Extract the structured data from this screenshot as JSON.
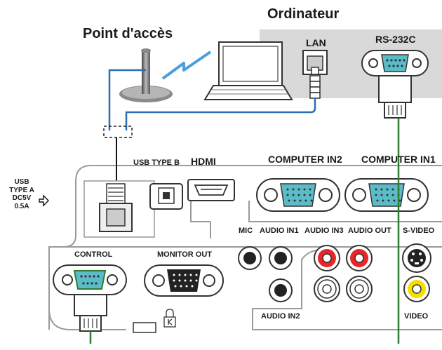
{
  "labels": {
    "ordinateur": "Ordinateur",
    "point_acces": "Point d'accès",
    "lan": "LAN",
    "rs232c": "RS-232C",
    "usb_type_b": "USB TYPE B",
    "hdmi": "HDMI",
    "computer_in2": "COMPUTER IN2",
    "computer_in1": "COMPUTER IN1",
    "usb_type_a": [
      "USB",
      "TYPE A",
      "DC5V",
      "0.5A"
    ],
    "mic": "MIC",
    "audio_in1": "AUDIO IN1",
    "audio_in3": "AUDIO IN3",
    "audio_out": "AUDIO OUT",
    "s_video": "S-VIDEO",
    "control": "CONTROL",
    "monitor_out": "MONITOR OUT",
    "audio_in2": "AUDIO IN2",
    "video": "VIDEO"
  },
  "colors": {
    "panel_gray": "#d9d9d9",
    "connector_blue": "#5bbcc8",
    "rca_red": "#e8262a",
    "rca_yellow": "#f5e000",
    "cable_green": "#2e7d32",
    "network_blue": "#2a6fb5",
    "wifi_blue": "#4a9fd8"
  },
  "icons": [
    "access-point-icon",
    "laptop-icon",
    "wifi-signal-icon",
    "kensington-lock-icon"
  ]
}
